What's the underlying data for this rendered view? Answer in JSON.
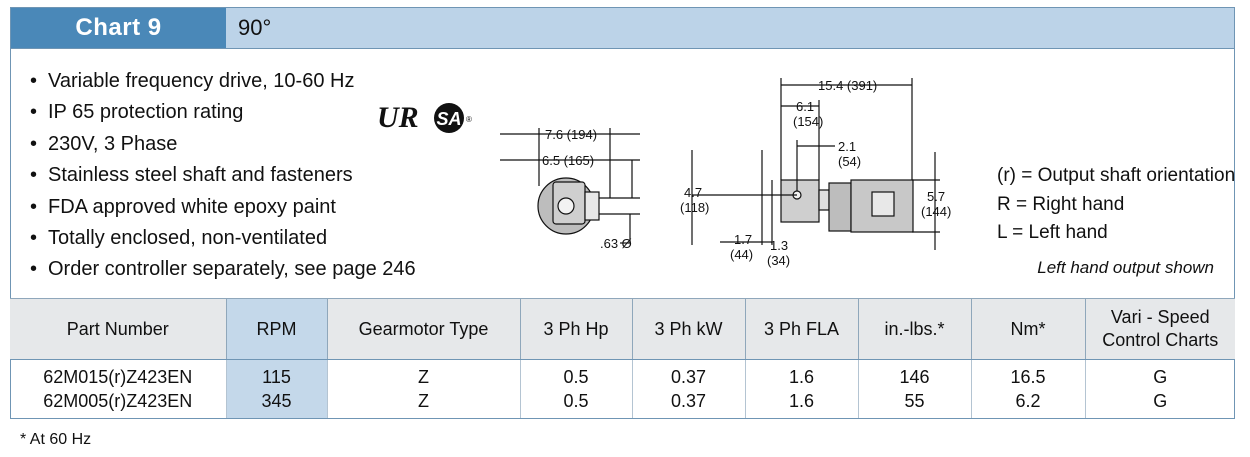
{
  "header": {
    "chart_label": "Chart 9",
    "angle": "90°"
  },
  "features": [
    "Variable frequency drive, 10-60 Hz",
    "IP 65 protection rating",
    "230V, 3 Phase",
    "Stainless steel shaft and fasteners",
    "FDA approved white epoxy paint",
    "Totally enclosed, non-ventilated",
    "Order controller separately, see page 246"
  ],
  "certifications": {
    "ul": "UR",
    "csa": "SA"
  },
  "dimensions": {
    "side_overall": "7.6 (194)",
    "side_body": "6.5 (165)",
    "shaft_dia": ".63 Ø",
    "front_overall": "15.4 (391)",
    "front_gearbox": "6.1",
    "front_gearbox_mm": "(154)",
    "front_flange": "2.1",
    "front_flange_mm": "(54)",
    "height": "4.7",
    "height_mm": "(118)",
    "bottom_a": "1.7",
    "bottom_a_mm": "(44)",
    "bottom_b": "1.3",
    "bottom_b_mm": "(34)",
    "motor_height": "5.7",
    "motor_height_mm": "(144)"
  },
  "legend": {
    "r_line": "(r) = Output shaft orientation",
    "R_line": "R  = Right hand",
    "L_line": "L  = Left hand",
    "note": "Left hand output shown"
  },
  "table": {
    "headers": [
      "Part Number",
      "RPM",
      "Gearmotor Type",
      "3 Ph Hp",
      "3 Ph kW",
      "3 Ph FLA",
      "in.-lbs.*",
      "Nm*",
      "Vari - Speed Control Charts"
    ],
    "rows": [
      [
        "62M015(r)Z423EN",
        "115",
        "Z",
        "0.5",
        "0.37",
        "1.6",
        "146",
        "16.5",
        "G"
      ],
      [
        "62M005(r)Z423EN",
        "345",
        "Z",
        "0.5",
        "0.37",
        "1.6",
        "55",
        "6.2",
        "G"
      ]
    ]
  },
  "footnote": "* At 60 Hz"
}
